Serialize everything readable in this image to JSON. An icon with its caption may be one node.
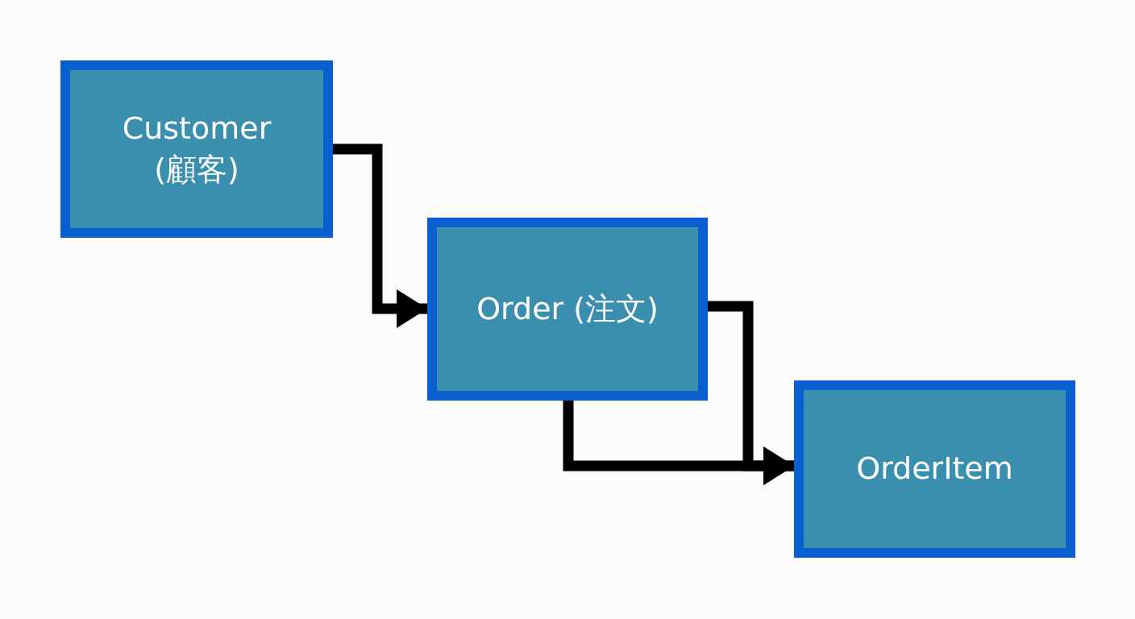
{
  "diagram": {
    "nodes": [
      {
        "text": [
          "Customer (顧客)"
        ]
      },
      {
        "text": [
          "Order (注文)"
        ]
      },
      {
        "text": [
          "OrderItem"
        ]
      }
    ],
    "edges": [
      {
        "from": 0,
        "to": 1,
        "arrow": "to"
      },
      {
        "from": 1,
        "to": 2,
        "arrow": "to"
      },
      {
        "from": 1,
        "to": 2,
        "arrow": "to"
      }
    ]
  }
}
